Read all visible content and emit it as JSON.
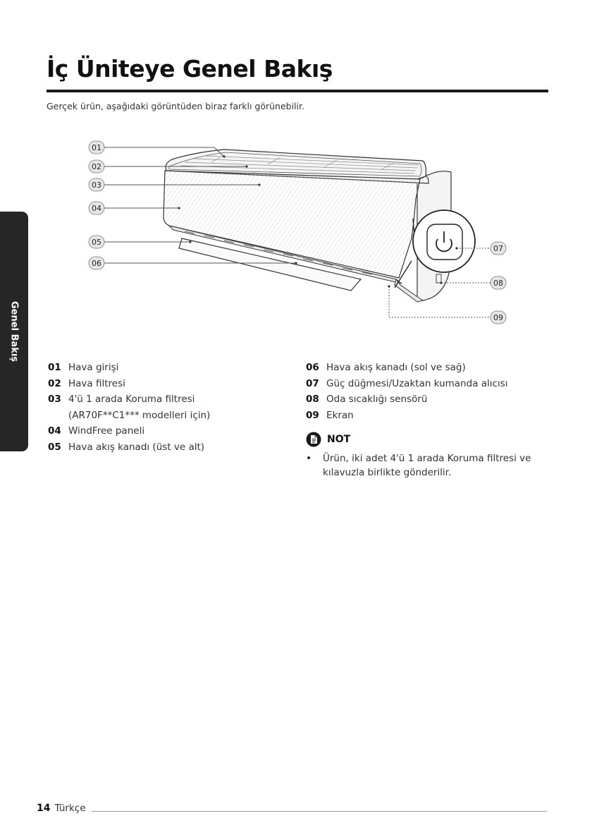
{
  "page": {
    "title": "İç Üniteye Genel Bakış",
    "subtitle": "Gerçek ürün, aşağıdaki görüntüden biraz farklı görünebilir.",
    "side_tab": "Genel Bakış"
  },
  "callouts": [
    "01",
    "02",
    "03",
    "04",
    "05",
    "06",
    "07",
    "08",
    "09"
  ],
  "parts_left": [
    {
      "num": "01",
      "text": "Hava girişi"
    },
    {
      "num": "02",
      "text": "Hava filtresi"
    },
    {
      "num": "03",
      "text": "4'ü 1 arada Koruma filtresi (AR70F**C1*** modelleri için)"
    },
    {
      "num": "04",
      "text": "WindFree paneli"
    },
    {
      "num": "05",
      "text": "Hava akış kanadı (üst ve alt)"
    }
  ],
  "parts_right": [
    {
      "num": "06",
      "text": "Hava akış kanadı (sol ve sağ)"
    },
    {
      "num": "07",
      "text": "Güç düğmesi/Uzaktan kumanda alıcısı"
    },
    {
      "num": "08",
      "text": "Oda sıcaklığı sensörü"
    },
    {
      "num": "09",
      "text": "Ekran"
    }
  ],
  "note": {
    "icon": "note-icon",
    "title": "NOT",
    "items": [
      "Ürün, iki adet 4'ü 1 arada Koruma filtresi ve kılavuzla birlikte gönderilir."
    ]
  },
  "footer": {
    "page_number": "14",
    "language": "Türkçe"
  }
}
